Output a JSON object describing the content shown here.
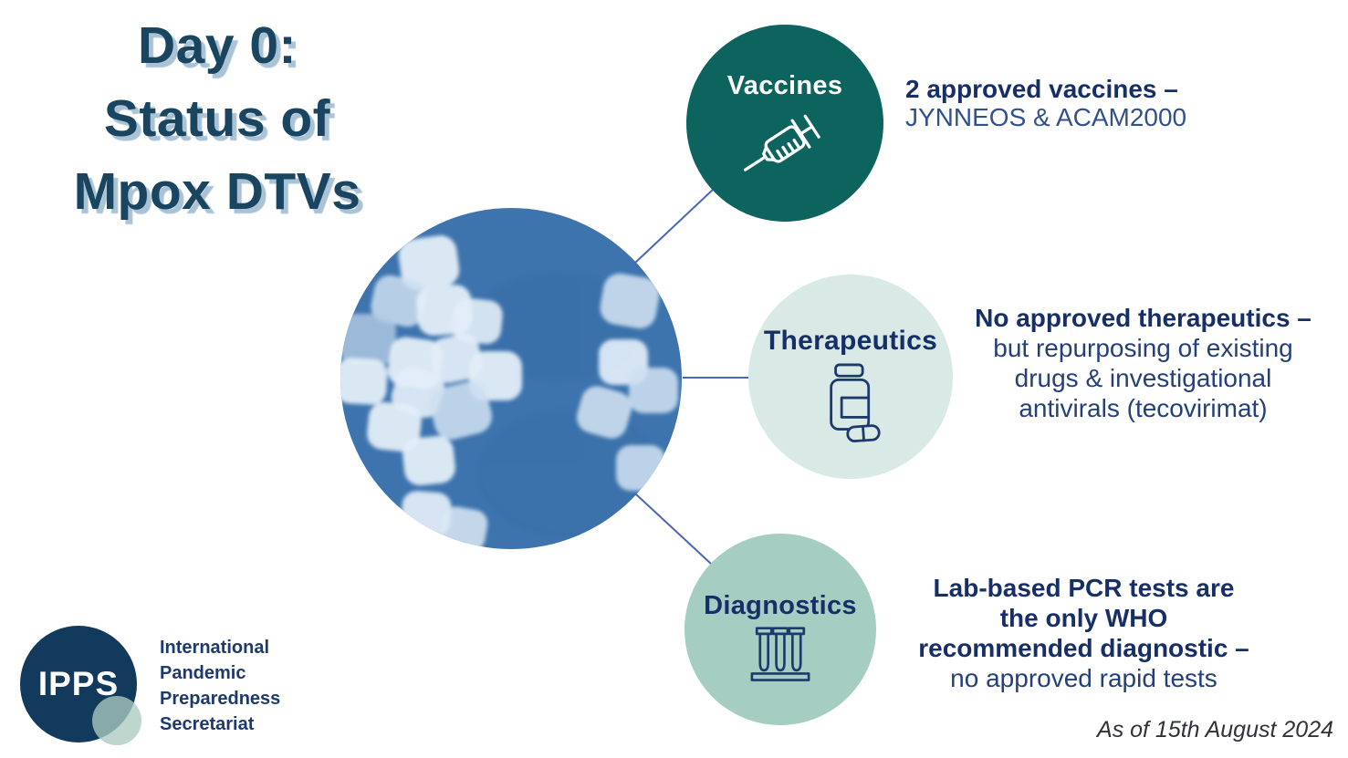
{
  "title": {
    "line1": "Day 0:",
    "line2": "Status of",
    "line3": "Mpox DTVs"
  },
  "nodes": {
    "vaccines": {
      "label": "Vaccines",
      "line1": "2 approved vaccines –",
      "line2": "JYNNEOS & ACAM2000"
    },
    "therapeutics": {
      "label": "Therapeutics",
      "line1": "No approved therapeutics –",
      "line2": "but repurposing of existing",
      "line3": "drugs & investigational",
      "line4": "antivirals (tecovirimat)"
    },
    "diagnostics": {
      "label": "Diagnostics",
      "line1": "Lab-based PCR tests are",
      "line2": "the only WHO",
      "line3": "recommended diagnostic –",
      "line4": "no approved rapid tests"
    }
  },
  "logo": {
    "abbr": "IPPS",
    "line1": "International",
    "line2": "Pandemic",
    "line3": "Preparedness",
    "line4": "Secretariat"
  },
  "footnote": "As of 15th August 2024",
  "colors": {
    "teal": "#0d635e",
    "mint": "#d9e9e5",
    "sage": "#a5cdc2",
    "title_navy": "#1a4560",
    "text_navy": "#172f68",
    "logo_navy": "#123a5d",
    "virus_blue": "#3d74ae",
    "connector_blue": "#4a66b4"
  }
}
